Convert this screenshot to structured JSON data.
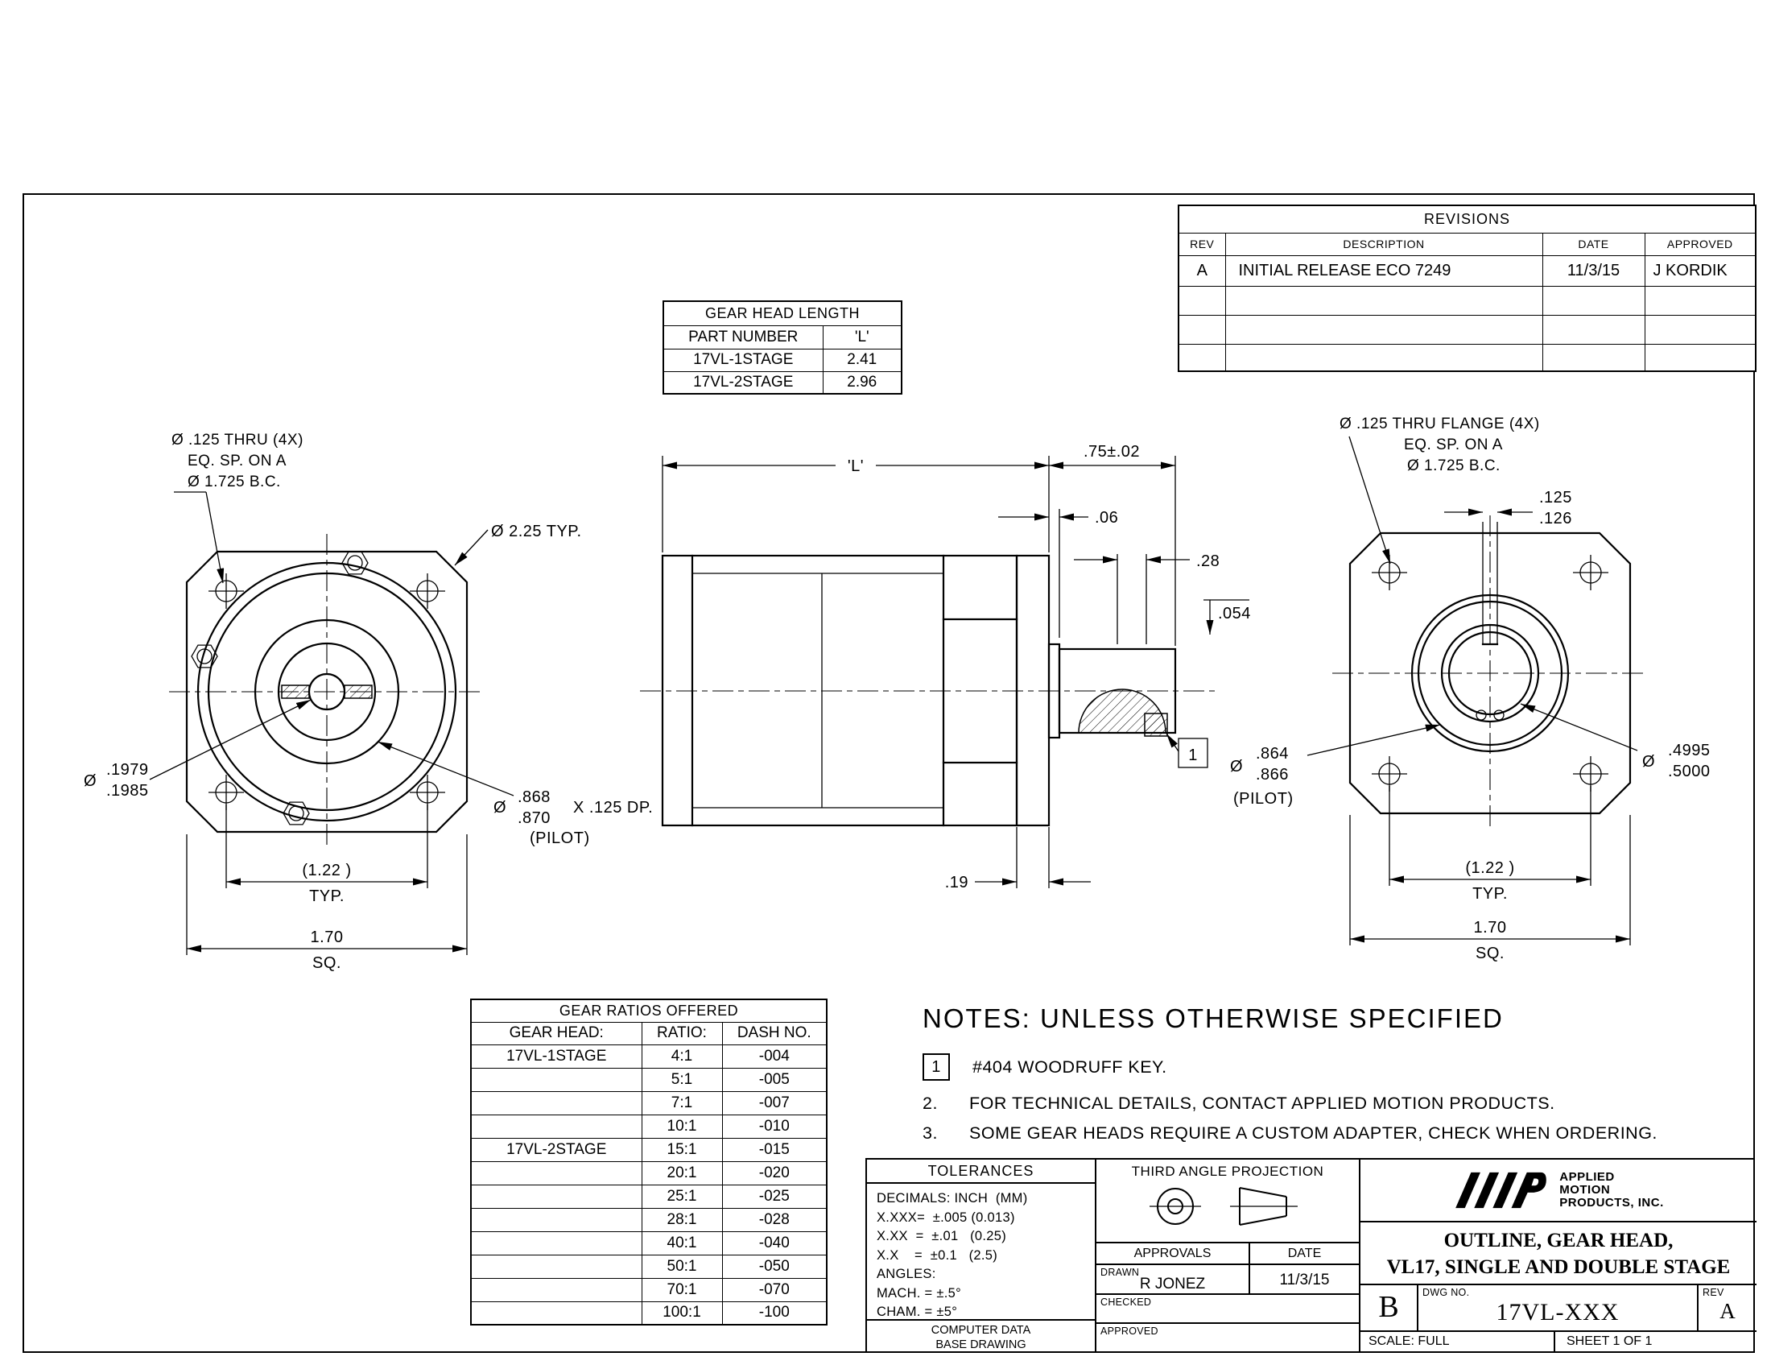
{
  "revisions": {
    "title": "REVISIONS",
    "headers": [
      "REV",
      "DESCRIPTION",
      "DATE",
      "APPROVED"
    ],
    "rows": [
      {
        "rev": "A",
        "description": "INITIAL RELEASE ECO 7249",
        "date": "11/3/15",
        "approved": "J KORDIK"
      }
    ]
  },
  "gear_head_length": {
    "title": "GEAR HEAD LENGTH",
    "headers": [
      "PART NUMBER",
      "'L'"
    ],
    "rows": [
      {
        "part": "17VL-1STAGE",
        "l": "2.41"
      },
      {
        "part": "17VL-2STAGE",
        "l": "2.96"
      }
    ]
  },
  "gear_ratios": {
    "title": "GEAR RATIOS OFFERED",
    "headers": [
      "GEAR HEAD:",
      "RATIO:",
      "DASH NO."
    ],
    "rows": [
      {
        "head": "17VL-1STAGE",
        "ratio": "4:1",
        "dash": "-004"
      },
      {
        "head": "",
        "ratio": "5:1",
        "dash": "-005"
      },
      {
        "head": "",
        "ratio": "7:1",
        "dash": "-007"
      },
      {
        "head": "",
        "ratio": "10:1",
        "dash": "-010"
      },
      {
        "head": "17VL-2STAGE",
        "ratio": "15:1",
        "dash": "-015"
      },
      {
        "head": "",
        "ratio": "20:1",
        "dash": "-020"
      },
      {
        "head": "",
        "ratio": "25:1",
        "dash": "-025"
      },
      {
        "head": "",
        "ratio": "28:1",
        "dash": "-028"
      },
      {
        "head": "",
        "ratio": "40:1",
        "dash": "-040"
      },
      {
        "head": "",
        "ratio": "50:1",
        "dash": "-050"
      },
      {
        "head": "",
        "ratio": "70:1",
        "dash": "-070"
      },
      {
        "head": "",
        "ratio": "100:1",
        "dash": "-100"
      }
    ]
  },
  "front": {
    "holes_note": [
      "Ø .125 THRU (4X)",
      "EQ. SP. ON A",
      "Ø 1.725 B.C."
    ],
    "body_dia": "Ø 2.25 TYP.",
    "bore_sym": "Ø",
    "bore_upper": ".1979",
    "bore_lower": ".1985",
    "pilot_sym": "Ø",
    "pilot_upper": ".868",
    "pilot_lower": ".870",
    "pilot_depth": "X .125 DP.",
    "pilot_label": "(PILOT)",
    "bolt_span": "(1.22 )",
    "bolt_span_typ": "TYP.",
    "square": "1.70",
    "square_label": "SQ."
  },
  "side": {
    "length_label": "'L'",
    "shaft_length": ".75±.02",
    "gap": ".06",
    "key_loc": ".28",
    "key_height": ".054",
    "plate_thickness": ".19",
    "balloon": "1"
  },
  "rear": {
    "holes_note": [
      "Ø .125 THRU FLANGE (4X)",
      "EQ. SP. ON A",
      "Ø 1.725 B.C."
    ],
    "keyway_upper": ".125",
    "keyway_lower": ".126",
    "pilot_sym": "Ø",
    "pilot_upper": ".864",
    "pilot_lower": ".866",
    "pilot_label": "(PILOT)",
    "shaft_sym": "Ø",
    "shaft_upper": ".4995",
    "shaft_lower": ".5000",
    "bolt_span": "(1.22 )",
    "bolt_span_typ": "TYP.",
    "square": "1.70",
    "square_label": "SQ."
  },
  "notes": {
    "title": "NOTES: UNLESS OTHERWISE SPECIFIED",
    "item1_balloon": "1",
    "item1": "#404 WOODRUFF KEY.",
    "item2_num": "2.",
    "item2": "FOR TECHNICAL DETAILS, CONTACT APPLIED MOTION PRODUCTS.",
    "item3_num": "3.",
    "item3": "SOME GEAR HEADS REQUIRE A CUSTOM ADAPTER, CHECK WHEN ORDERING."
  },
  "title_block": {
    "tolerances": {
      "title": "TOLERANCES",
      "lines": [
        "DECIMALS: INCH  (MM)",
        "X.XXX=  ±.005 (0.013)",
        "X.XX  =  ±.01   (0.25)",
        "X.X    =  ±0.1   (2.5)",
        "ANGLES:",
        "MACH. = ±.5°",
        "CHAM. = ±5°"
      ],
      "footer_line1": "COMPUTER DATA",
      "footer_line2": "BASE DRAWING"
    },
    "projection": "THIRD ANGLE PROJECTION",
    "approvals": {
      "title": "APPROVALS",
      "date_header": "DATE",
      "drawn_label": "DRAWN",
      "drawn_name": "R JONEZ",
      "drawn_date": "11/3/15",
      "checked_label": "CHECKED",
      "approved_label": "APPROVED"
    },
    "company": {
      "line1": "APPLIED",
      "line2": "MOTION",
      "line3": "PRODUCTS, INC."
    },
    "drawing_title_line1": "OUTLINE, GEAR HEAD,",
    "drawing_title_line2": "VL17, SINGLE AND DOUBLE STAGE",
    "size": "B",
    "dwg_label": "DWG NO.",
    "dwg_no": "17VL-XXX",
    "rev_label": "REV",
    "rev": "A",
    "scale": "SCALE: FULL",
    "sheet": "SHEET 1 OF 1"
  }
}
